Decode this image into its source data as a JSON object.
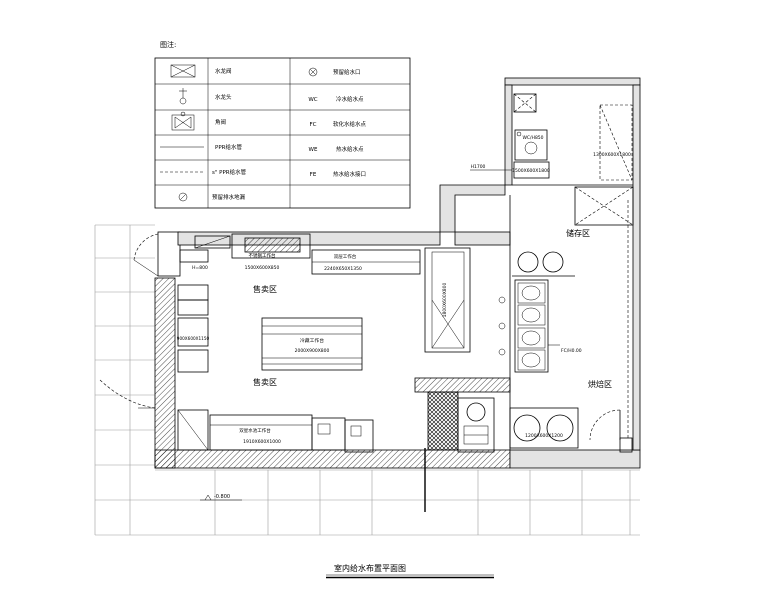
{
  "legend": {
    "title": "图注:",
    "left": [
      {
        "symbol": "gate-valve",
        "label": "水龙阀"
      },
      {
        "symbol": "faucet",
        "label": "水龙头"
      },
      {
        "symbol": "angle-valve",
        "label": "角阀"
      },
      {
        "symbol": "solid-pipe-line",
        "label": "PPR给水管"
      },
      {
        "symbol": "dashed-pipe-line",
        "label": "s\" PPR给水管"
      },
      {
        "symbol": "floor-drain",
        "label": "预留排水地漏"
      }
    ],
    "right": [
      {
        "symbol": "water-outlet",
        "label": "预留给水口"
      },
      {
        "code": "WC",
        "label": "冷水给水点"
      },
      {
        "code": "FC",
        "label": "软化水给水点"
      },
      {
        "code": "WE",
        "label": "热水给水点"
      },
      {
        "code": "FE",
        "label": "热水给水接口"
      }
    ]
  },
  "rooms": {
    "storage": "储存区",
    "sales_upper": "售卖区",
    "sales_lower": "售卖区",
    "bakery": "烘焙区"
  },
  "equipment": {
    "top_counter_name": "不锈钢工作台",
    "top_counter_size": "1500X600X850",
    "long_counter_name": "双层工作台",
    "long_counter_size": "2240X650X1350",
    "side_unit_height": "H=800",
    "left_cabinet_size": "900X600X1150",
    "center_table_name": "冷藏工作台",
    "center_table_size": "2000X900X800",
    "rotated_unit_size": "1800X600X800",
    "bottom_counter_name": "双星水池工作台",
    "bottom_counter_size": "1910X600X1000",
    "steamer_size": "1200X600X1200",
    "sink_outlet": "FC/H0.00",
    "shelf_size": "1300X600X1800",
    "upper_sink_size": "1500X600X1800",
    "upper_sink_outlet": "WC/H850",
    "riser_height": "H1700"
  },
  "level_mark": "-0.800",
  "title": "室内给水布置平面图"
}
